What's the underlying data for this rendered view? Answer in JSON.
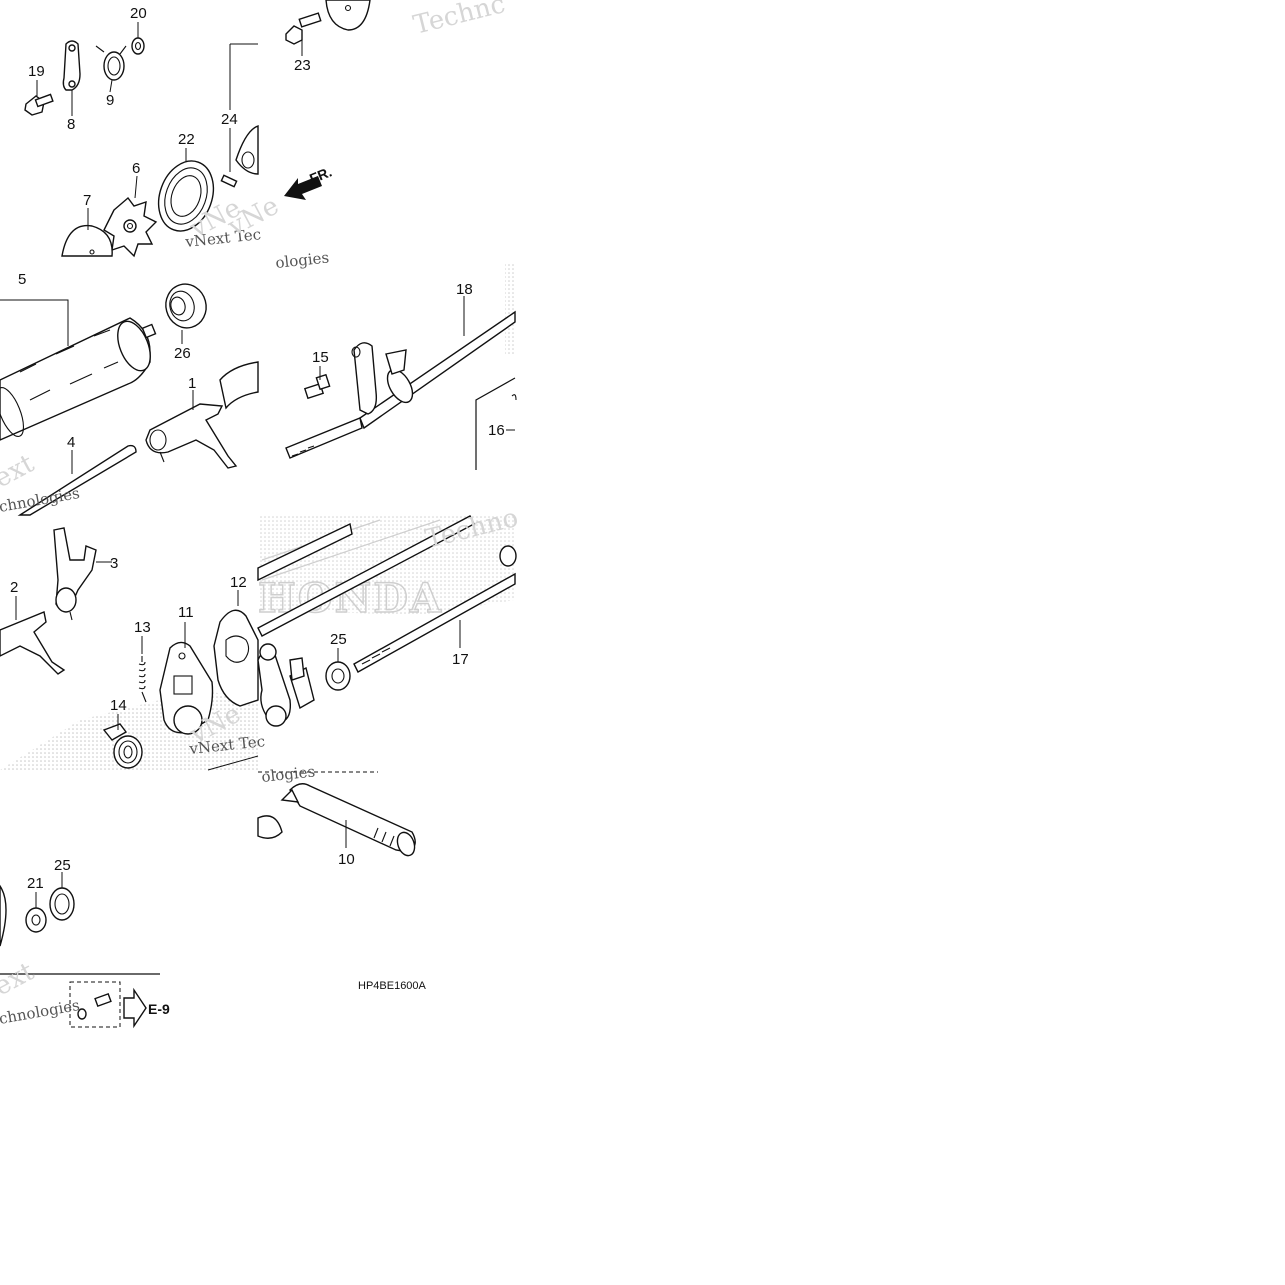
{
  "diagram": {
    "callouts": [
      "20",
      "19",
      "8",
      "9",
      "23",
      "24",
      "22",
      "6",
      "7",
      "5",
      "26",
      "18",
      "15",
      "1",
      "4",
      "16",
      "3",
      "2",
      "12",
      "11",
      "13",
      "25",
      "17",
      "14",
      "10",
      "21",
      "25"
    ],
    "direction_label": "FR.",
    "reference_label": "E-9",
    "diagram_code": "HP4BE1600A",
    "watermarks": [
      "Technc",
      "vNext Tec",
      "ologies",
      "ext",
      "chnologies",
      "Techno",
      "vNext Tec",
      "ologies",
      "ext",
      "chnologies",
      "vNe",
      "vNe"
    ],
    "brand_watermark": "HONDA",
    "colors": {
      "line": "#111111",
      "watermark": "#d6d6d6",
      "background": "#ffffff"
    }
  }
}
